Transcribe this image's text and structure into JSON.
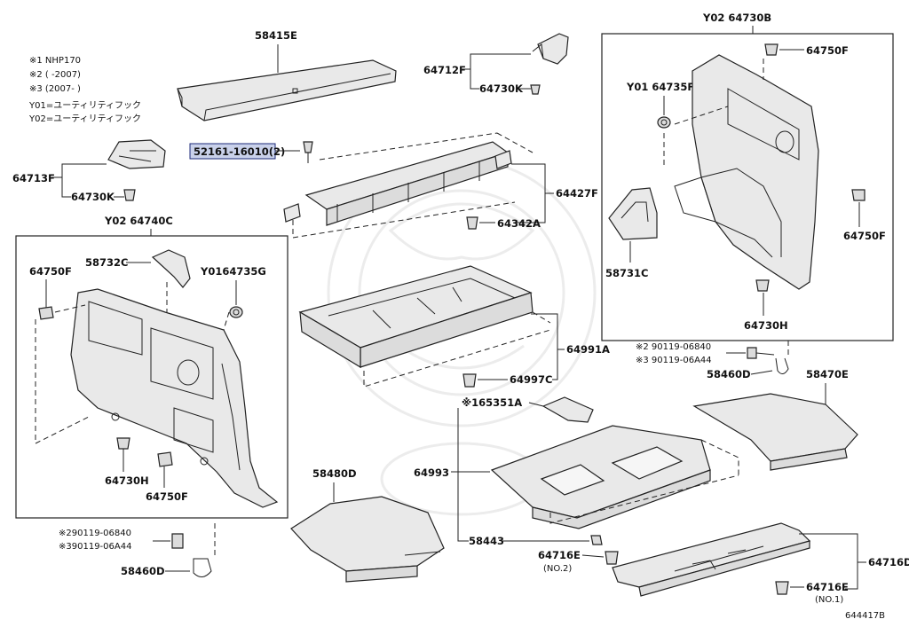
{
  "diagram_id": "644417B",
  "notes": {
    "n1": "※1 NHP170",
    "n2": "※2 (    -2007)",
    "n3": "※3 (2007-    )",
    "y01": "Y01=ユーティリティフック",
    "y02": "Y02=ユーティリティフック"
  },
  "highlighted_part": "52161-16010(2)",
  "labels": {
    "p58415E": "58415E",
    "p64712F": "64712F",
    "p64730K_top": "64730K",
    "p64713F": "64713F",
    "p64730K_left": "64730K",
    "p64427F": "64427F",
    "p64342A": "64342A",
    "p64740C_box": "Y02 64740C",
    "p64750F_left": "64750F",
    "p58732C": "58732C",
    "p64735G": "Y0164735G",
    "p64730H_left": "64730H",
    "p64750F_left2": "64750F",
    "p64730B_box": "Y02 64730B",
    "p64750F_r1": "64750F",
    "p64735F": "Y01 64735F",
    "p64750F_r2": "64750F",
    "p58731C": "58731C",
    "p64730H_right": "64730H",
    "p64991A": "64991A",
    "p64997C": "64997C",
    "p90119_06840_r": "※2 90119-06840",
    "p90119_06A44_r": "※3 90119-06A44",
    "p58460D_r": "58460D",
    "p58470E": "58470E",
    "p65351A": "※165351A",
    "p64993": "64993",
    "p58480D": "58480D",
    "p90119_06840_l": "※290119-06840",
    "p90119_06A44_l": "※390119-06A44",
    "p58460D_l": "58460D",
    "p58443": "58443",
    "p64716E_no2": "64716E",
    "p64716E_no2_sub": "(NO.2)",
    "p64716D": "64716D",
    "p64716E_no1": "64716E",
    "p64716E_no1_sub": "(NO.1)"
  }
}
